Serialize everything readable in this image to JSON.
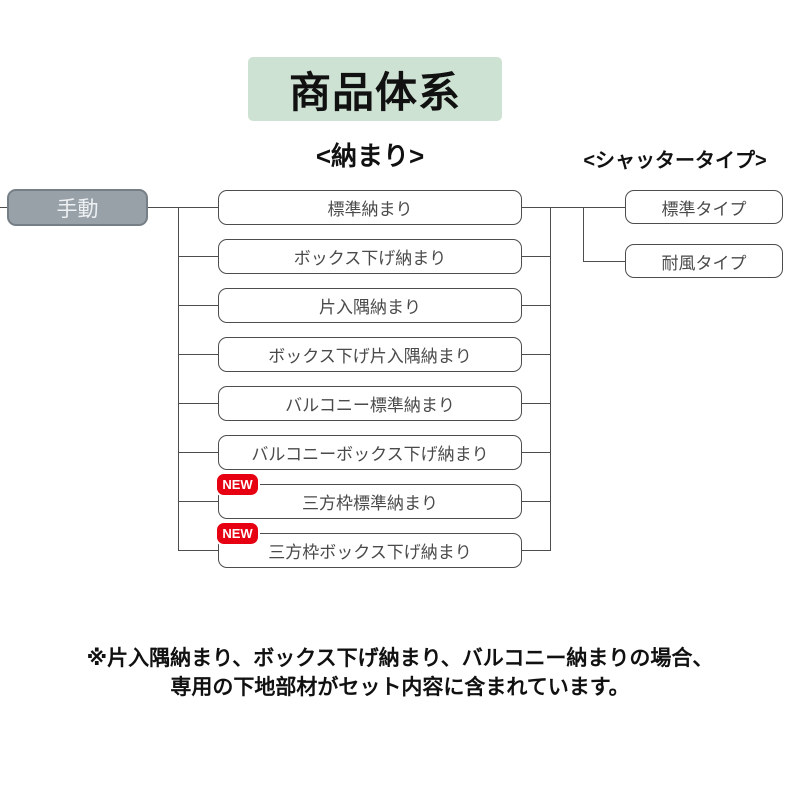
{
  "title": "商品体系",
  "headers": {
    "fitting": "<納まり>",
    "shutter_type": "<シャッタータイプ>"
  },
  "root": {
    "label": "手動"
  },
  "fittings": [
    {
      "label": "標準納まり",
      "badge": ""
    },
    {
      "label": "ボックス下げ納まり",
      "badge": ""
    },
    {
      "label": "片入隅納まり",
      "badge": ""
    },
    {
      "label": "ボックス下げ片入隅納まり",
      "badge": ""
    },
    {
      "label": "バルコニー標準納まり",
      "badge": ""
    },
    {
      "label": "バルコニーボックス下げ納まり",
      "badge": ""
    },
    {
      "label": "三方枠標準納まり",
      "badge": "NEW"
    },
    {
      "label": "三方枠ボックス下げ納まり",
      "badge": "NEW"
    }
  ],
  "shutter_types": [
    {
      "label": "標準タイプ"
    },
    {
      "label": "耐風タイプ"
    }
  ],
  "footnote": {
    "line1": "※片入隅納まり、ボックス下げ納まり、バルコニー納まりの場合、",
    "line2": "専用の下地部材がセット内容に含まれています。"
  },
  "colors": {
    "title_bg": "#cee2d3",
    "root_bg": "#99a1a8",
    "root_border": "#767e86",
    "badge_bg": "#e60012",
    "box_border": "#4d4d4d",
    "connector_line": "#4d4d4d"
  }
}
